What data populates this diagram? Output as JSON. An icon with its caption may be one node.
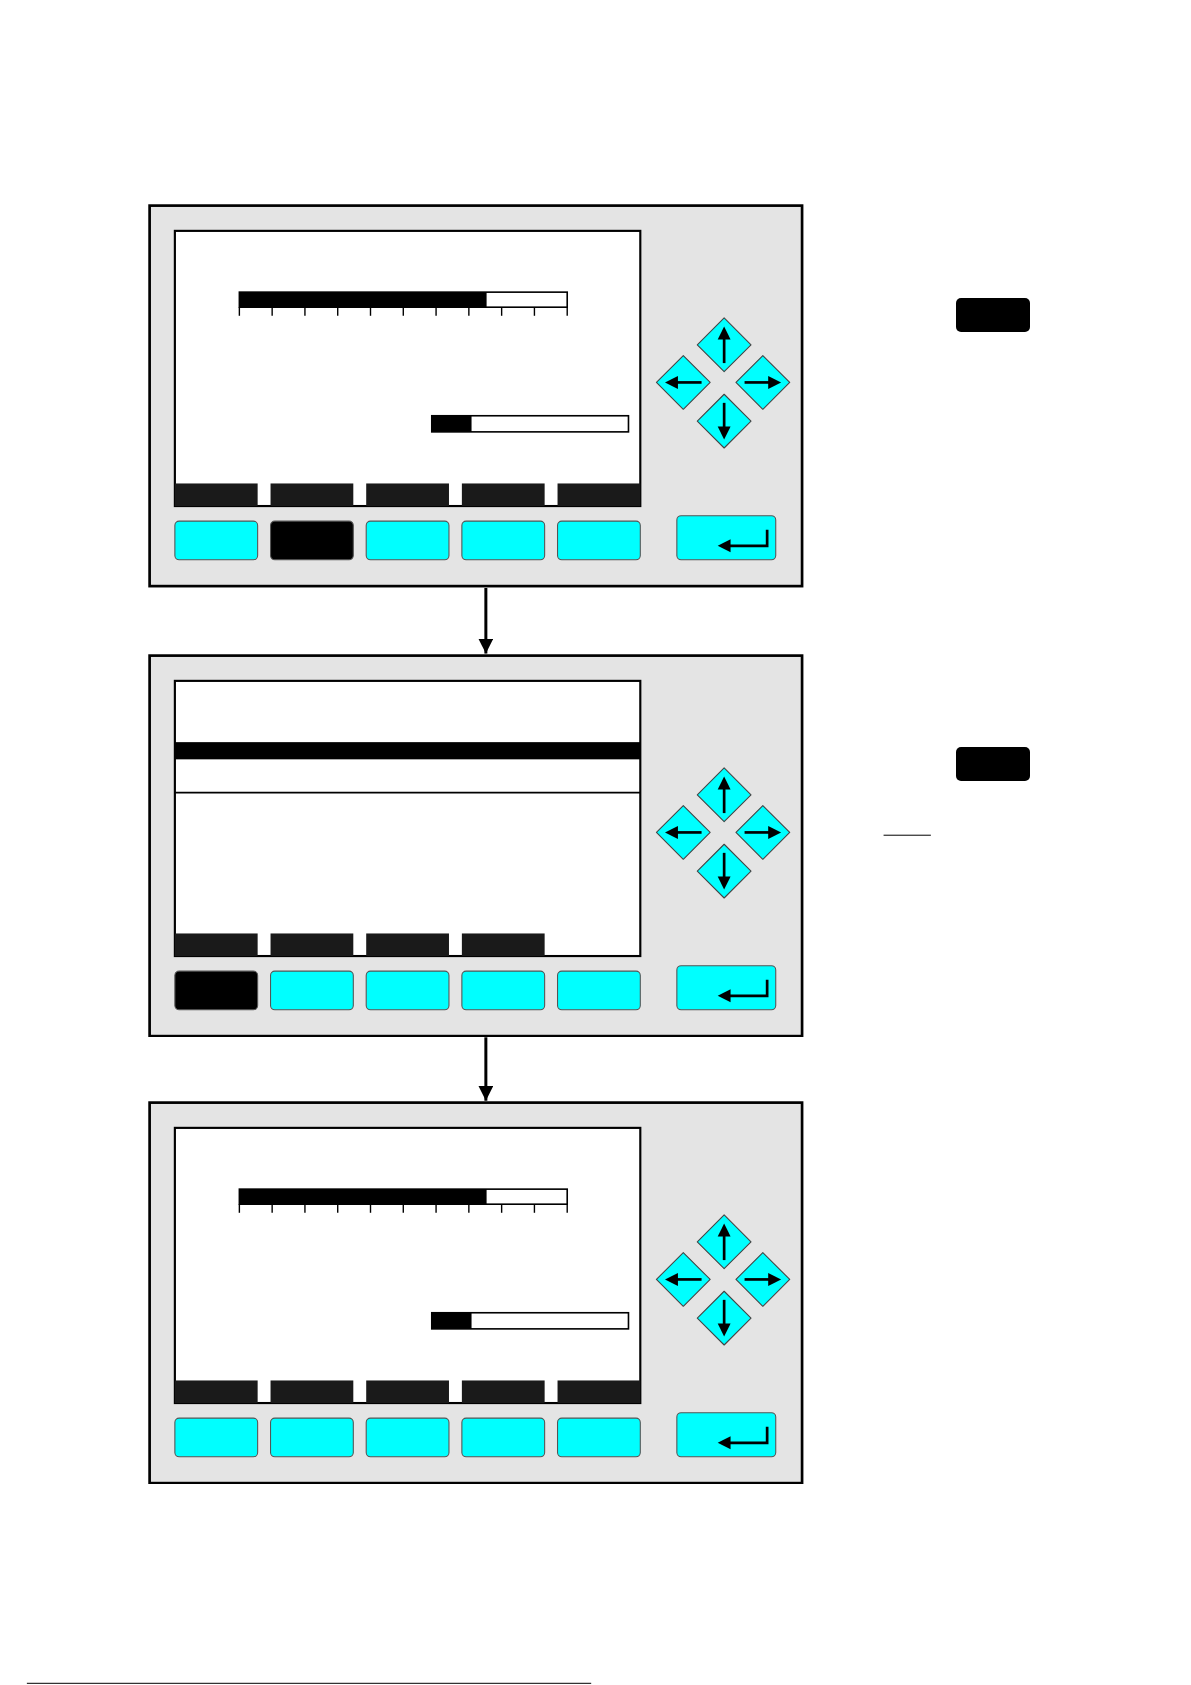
{
  "diagram": {
    "nodes": [
      {
        "text": [],
        "shape": "box"
      },
      {
        "text": [],
        "shape": "box"
      },
      {
        "text": [],
        "shape": "box"
      },
      {
        "text": [],
        "shape": "box"
      },
      {
        "text": [],
        "shape": "box"
      }
    ],
    "edges": [
      {
        "from": 0,
        "to": 1,
        "arrow": "to"
      },
      {
        "from": 1,
        "to": 2,
        "arrow": "to"
      }
    ]
  }
}
